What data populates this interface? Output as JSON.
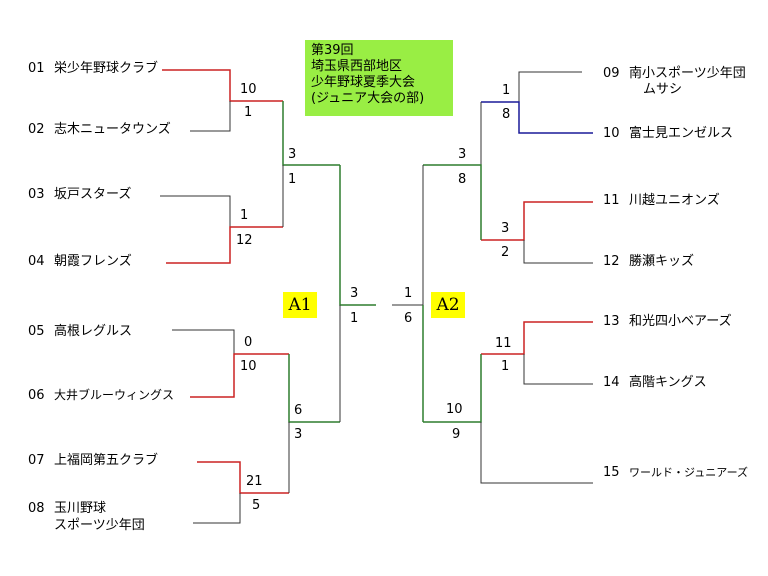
{
  "title": {
    "line1": "第39回",
    "line2": "埼玉県西部地区",
    "line3": "少年野球夏季大会",
    "line4": "(ジュニア大会の部)"
  },
  "blocks": {
    "left": "A1",
    "right": "A2"
  },
  "teams": [
    {
      "no": "01",
      "name": "栄少年野球クラブ"
    },
    {
      "no": "02",
      "name": "志木ニュータウンズ"
    },
    {
      "no": "03",
      "name": "坂戸スターズ"
    },
    {
      "no": "04",
      "name": "朝霞フレンズ"
    },
    {
      "no": "05",
      "name": "高根レグルス"
    },
    {
      "no": "06",
      "name": "大井ブルーウィングス"
    },
    {
      "no": "07",
      "name": "上福岡第五クラブ"
    },
    {
      "no": "08",
      "name": "玉川野球",
      "name2": "スポーツ少年団"
    },
    {
      "no": "09",
      "name": "南小スポーツ少年団",
      "name2": "ムサシ"
    },
    {
      "no": "10",
      "name": "富士見エンゼルス"
    },
    {
      "no": "11",
      "name": "川越ユニオンズ"
    },
    {
      "no": "12",
      "name": "勝瀬キッズ"
    },
    {
      "no": "13",
      "name": "和光四小ベアーズ"
    },
    {
      "no": "14",
      "name": "高階キングス"
    },
    {
      "no": "15",
      "name": "ワールド・ジュニアーズ"
    }
  ],
  "scores": {
    "m1": [
      "10",
      "1"
    ],
    "m2": [
      "1",
      "12"
    ],
    "m3": [
      "0",
      "10"
    ],
    "m4": [
      "21",
      "5"
    ],
    "m5": [
      "3",
      "1"
    ],
    "m6": [
      "6",
      "3"
    ],
    "m7": [
      "3",
      "1"
    ],
    "m8": [
      "1",
      "8"
    ],
    "m9": [
      "3",
      "2"
    ],
    "m10": [
      "11",
      "1"
    ],
    "m11": [
      "3",
      "8"
    ],
    "m12": [
      "10",
      "9"
    ],
    "m13": [
      "1",
      "6"
    ]
  },
  "colors": {
    "red": "#cc2222",
    "green": "#2e7d2e",
    "blue": "#1a1a99",
    "black": "#333333",
    "title_bg": "#99ee44",
    "label_bg": "#ffff00"
  }
}
